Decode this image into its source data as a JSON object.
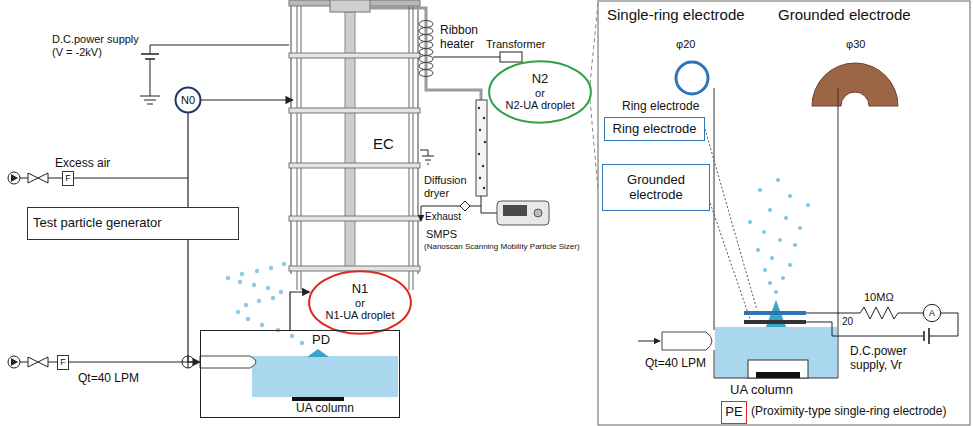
{
  "diagram": {
    "nodes": [
      {
        "text": [
          "N0"
        ]
      },
      {
        "text": [
          "EC"
        ]
      },
      {
        "text": [
          "N2",
          "or",
          "N2-UA droplet"
        ]
      },
      {
        "text": [
          "F"
        ]
      },
      {
        "text": [
          "Test particle generator"
        ]
      },
      {
        "text": [
          "N1",
          "or",
          "N1-UA droplet"
        ]
      },
      {
        "text": [
          "F"
        ]
      },
      {
        "text": [
          "PD",
          "UA column"
        ]
      },
      {
        "text": [
          "Ring electrode"
        ]
      },
      {
        "text": [
          "Grounded electrode"
        ]
      },
      {
        "text": [
          "A"
        ]
      },
      {
        "text": [
          "PE"
        ]
      }
    ],
    "edges": [
      {
        "from": 4,
        "to": 0,
        "arrow": "none"
      },
      {
        "from": 0,
        "to": 1,
        "arrow": "to"
      },
      {
        "from": 4,
        "to": 7,
        "arrow": "to"
      },
      {
        "from": 7,
        "to": 5,
        "arrow": "to"
      }
    ],
    "labels": [
      "D.C.power supply (V = -2kV)",
      "Ribbon heater",
      "Transformer",
      "Excess air",
      "Diffusion dryer",
      "Exhaust",
      "SMPS",
      "(Nanoscan Scanning Mobility Particle Sizer)",
      "Qt=40 LPM",
      "Single-ring electrode",
      "Grounded electrode",
      "φ20",
      "φ30",
      "Ring electrode",
      "20",
      "10MΩ",
      "D.C.power supply, Vr",
      "Qt=40 LPM",
      "UA column",
      "(Proximity-type single-ring electrode)"
    ]
  }
}
